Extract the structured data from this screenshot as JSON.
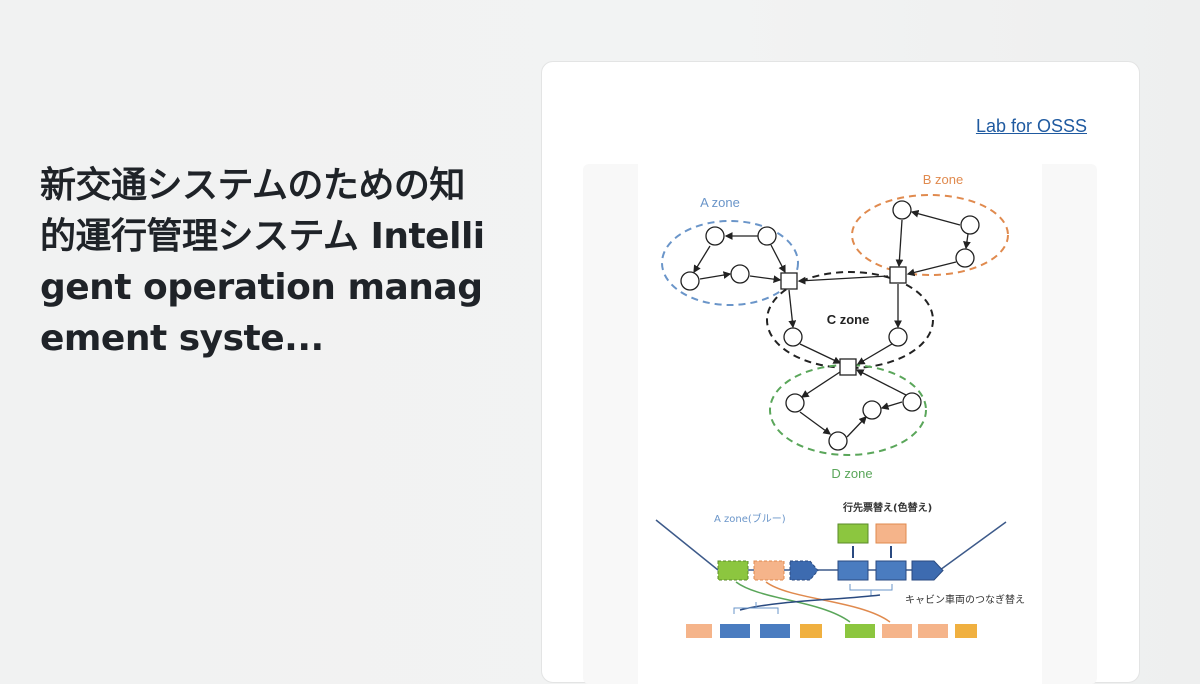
{
  "page": {
    "title": "新交通システムのための知的運行管理システム Intelligent operation management syste..."
  },
  "card": {
    "site_link": "Lab for OSSS",
    "figure": {
      "zone_labels": [
        "A zone",
        "B zone",
        "C zone",
        "D zone"
      ],
      "lower_labels": {
        "a_zone_blue": "A zone(ブルー)",
        "destination_change": "行先票替え(色替え)",
        "cabin_reconnect": "キャビン車両のつなぎ替え"
      },
      "colors": {
        "a": "#6a95c9",
        "b": "#e08a4e",
        "c": "#222222",
        "d": "#5aa65a",
        "green_box": "#8cc63f",
        "orange_box": "#f5b48a",
        "blue_box": "#4a7cc0"
      }
    }
  }
}
